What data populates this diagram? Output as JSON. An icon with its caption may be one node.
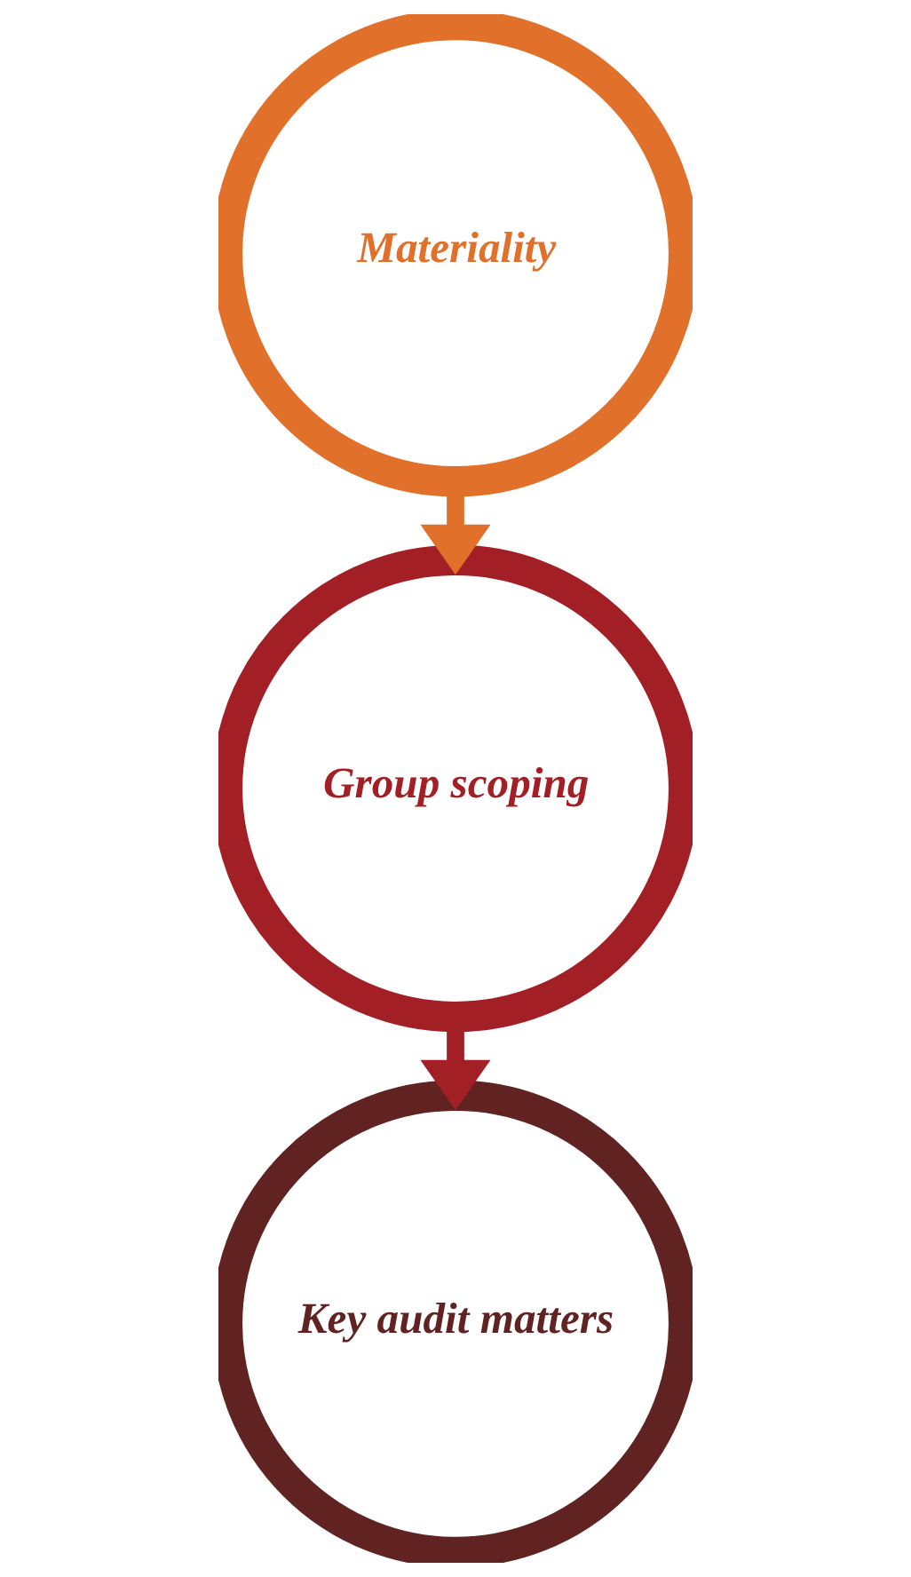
{
  "diagram": {
    "nodes": [
      {
        "text": [
          "Materiality"
        ]
      },
      {
        "text": [
          "Group scoping"
        ]
      },
      {
        "text": [
          "Key audit matters"
        ]
      }
    ],
    "edges": [
      {
        "from": 0,
        "to": 1,
        "arrow": "to",
        "color": "#e0702a"
      },
      {
        "from": 1,
        "to": 2,
        "arrow": "to",
        "color": "#a31f26"
      }
    ]
  }
}
